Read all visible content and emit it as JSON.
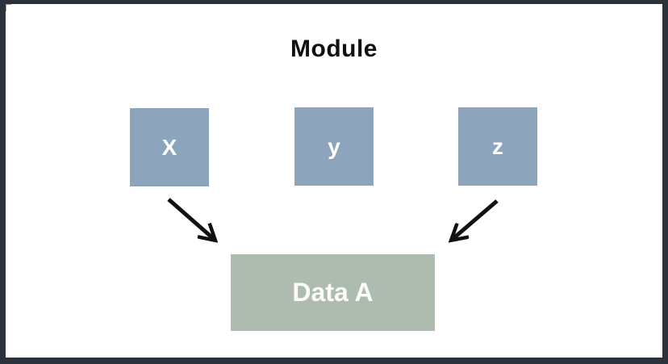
{
  "frame": {
    "background": "#FFFFFF",
    "border_color": "#2C323B"
  },
  "diagram": {
    "title": "Module",
    "module_inputs": [
      {
        "id": "x",
        "label": "X"
      },
      {
        "id": "y",
        "label": "y"
      },
      {
        "id": "z",
        "label": "z"
      }
    ],
    "output": {
      "id": "data-a",
      "label": "Data A"
    },
    "edges": [
      {
        "from": "x",
        "to": "data-a"
      },
      {
        "from": "z",
        "to": "data-a"
      }
    ],
    "colors": {
      "canvas_bg": "#FFFFFF",
      "frame_border": "#2C323B",
      "input_box_fill": "#8CA5BC",
      "output_box_fill": "#ADBCAE",
      "box_text": "#FFFFFF",
      "title_text": "#111111",
      "arrow": "#111111"
    }
  }
}
